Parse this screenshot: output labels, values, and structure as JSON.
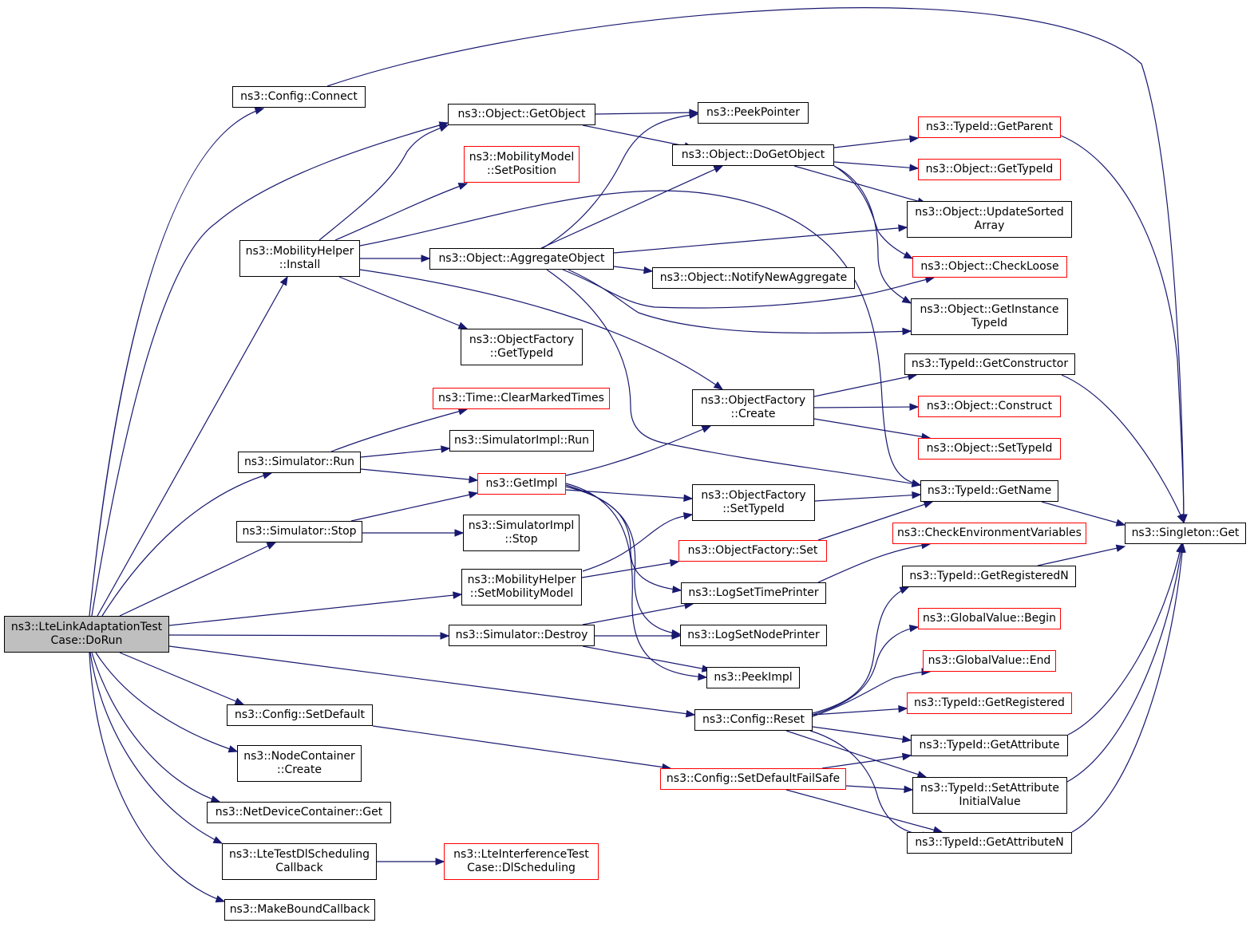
{
  "nodes": {
    "root": "ns3::LteLinkAdaptationTest\nCase::DoRun",
    "config_connect": "ns3::Config::Connect",
    "object_getobject": "ns3::Object::GetObject",
    "mobilitymodel_setposition": "ns3::MobilityModel\n::SetPosition",
    "mobilityhelper_install": "ns3::MobilityHelper\n::Install",
    "object_aggregateobject": "ns3::Object::AggregateObject",
    "objectfactory_gettypeid": "ns3::ObjectFactory\n::GetTypeId",
    "peekpointer": "ns3::PeekPointer",
    "object_dogetobject": "ns3::Object::DoGetObject",
    "object_notifynewaggregate": "ns3::Object::NotifyNewAggregate",
    "typeid_getparent": "ns3::TypeId::GetParent",
    "object_gettypeid": "ns3::Object::GetTypeId",
    "object_updatesortedarray": "ns3::Object::UpdateSorted\nArray",
    "object_checkloose": "ns3::Object::CheckLoose",
    "object_getinstancetypeid": "ns3::Object::GetInstance\nTypeId",
    "time_clearmarkedtimes": "ns3::Time::ClearMarkedTimes",
    "simulator_run": "ns3::Simulator::Run",
    "simulatorimpl_run": "ns3::SimulatorImpl::Run",
    "getimpl": "ns3::GetImpl",
    "simulator_stop": "ns3::Simulator::Stop",
    "simulatorimpl_stop": "ns3::SimulatorImpl\n::Stop",
    "objectfactory_create": "ns3::ObjectFactory\n::Create",
    "typeid_getconstructor": "ns3::TypeId::GetConstructor",
    "object_construct": "ns3::Object::Construct",
    "object_settypeid": "ns3::Object::SetTypeId",
    "typeid_getname": "ns3::TypeId::GetName",
    "objectfactory_settypeid": "ns3::ObjectFactory\n::SetTypeId",
    "singleton_get": "ns3::Singleton::Get",
    "checkenvironmentvariables": "ns3::CheckEnvironmentVariables",
    "objectfactory_set": "ns3::ObjectFactory::Set",
    "mobilityhelper_setmobilitymodel": "ns3::MobilityHelper\n::SetMobilityModel",
    "logsettimeprinter": "ns3::LogSetTimePrinter",
    "typeid_getregisteredn": "ns3::TypeId::GetRegisteredN",
    "simulator_destroy": "ns3::Simulator::Destroy",
    "logsetnodeprinter": "ns3::LogSetNodePrinter",
    "globalvalue_begin": "ns3::GlobalValue::Begin",
    "peekimpl": "ns3::PeekImpl",
    "globalvalue_end": "ns3::GlobalValue::End",
    "config_setdefault": "ns3::Config::SetDefault",
    "config_reset": "ns3::Config::Reset",
    "typeid_getregistered": "ns3::TypeId::GetRegistered",
    "nodecontainer_create": "ns3::NodeContainer\n::Create",
    "typeid_getattribute": "ns3::TypeId::GetAttribute",
    "config_setdefaultfailsafe": "ns3::Config::SetDefaultFailSafe",
    "typeid_setattributeinitialvalue": "ns3::TypeId::SetAttribute\nInitialValue",
    "netdevicecontainer_get": "ns3::NetDeviceContainer::Get",
    "typeid_getattributen": "ns3::TypeId::GetAttributeN",
    "ltetestdlschedulingcallback": "ns3::LteTestDlScheduling\nCallback",
    "lteinterferencetestcase_dlscheduling": "ns3::LteInterferenceTest\nCase::DlScheduling",
    "makeboundcallback": "ns3::MakeBoundCallback"
  },
  "colors": {
    "edge": "#191970",
    "node_border": "#000000",
    "node_border_incomplete": "#ff0000",
    "root_fill": "#bfbfbf"
  }
}
